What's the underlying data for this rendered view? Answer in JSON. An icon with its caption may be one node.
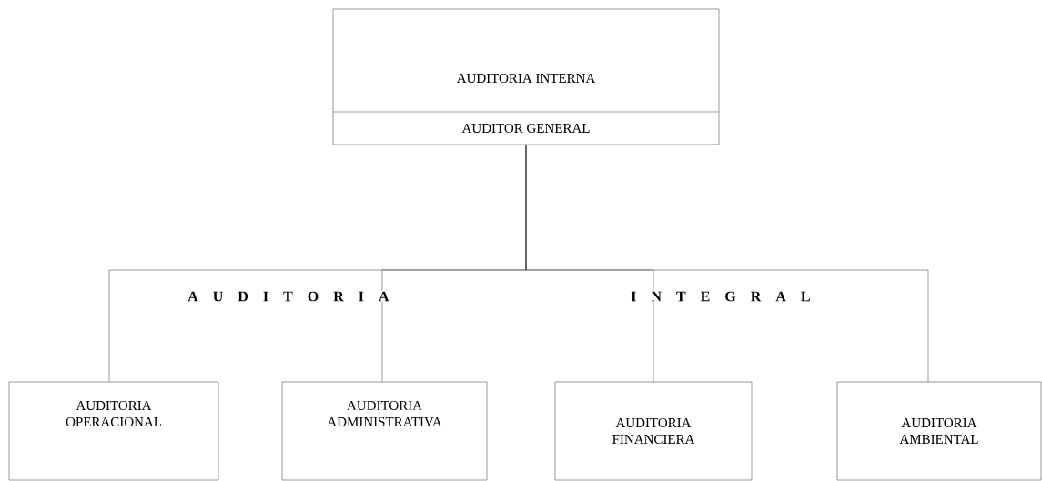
{
  "diagram": {
    "nodes": [
      {
        "text": [
          "AUDITORIA INTERNA",
          "AUDITOR GENERAL"
        ]
      },
      {
        "text": [
          "AUDITORIA OPERACIONAL"
        ]
      },
      {
        "text": [
          "AUDITORIA ADMINISTRATIVA"
        ]
      },
      {
        "text": [
          "AUDITORIA FINANCIERA"
        ]
      },
      {
        "text": [
          "AUDITORIA AMBIENTAL"
        ]
      }
    ],
    "edges": [
      {
        "from": 0,
        "to": 1,
        "arrow": "none"
      },
      {
        "from": 0,
        "to": 2,
        "arrow": "none"
      },
      {
        "from": 0,
        "to": 3,
        "arrow": "none"
      },
      {
        "from": 0,
        "to": 4,
        "arrow": "none"
      }
    ],
    "labels": [
      "A U D I T O R I A",
      "I N T E G R A L"
    ]
  }
}
